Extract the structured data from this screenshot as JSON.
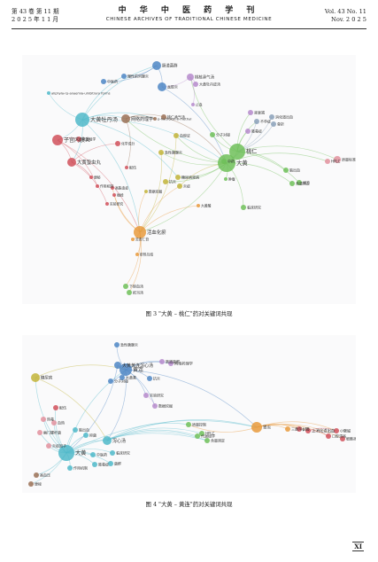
{
  "header": {
    "volume_issue": "第 43 卷  第 11 期",
    "date": "2 0 2 5 年 1 1 月",
    "journal_cn": "中 华 中 医 药 学 刊",
    "journal_en": "CHINESE ARCHIVES OF TRADITIONAL CHINESE MEDICINE",
    "vol_en": "Vol. 43 No. 11",
    "date_en": "Nov. 2 0 2 5"
  },
  "figures": [
    {
      "caption": "图 3  \"大黄 – 桃仁\"药对关键词共现",
      "labels": [
        "大黄牡丹汤",
        "桃仁",
        "大黄",
        "子宫内膜炎",
        "大黄蛰虫丸",
        "网络药理学",
        "活血化瘀",
        "桃核承气汤",
        "大黄牡丹皮汤",
        "p-hydroxyl-8-methyl",
        "aliphyla-rp-anaemia-umbitrary forms",
        "急性胰腺炎",
        "炎症",
        "中药",
        "配伍",
        "分子对接",
        "临床研究",
        "作用机制",
        "实验研究",
        "血瘀证",
        "代谢组学",
        "肠道菌群",
        "中医药",
        "慢性前列腺炎",
        "盆腔炎",
        "止血",
        "桃仁承气汤",
        "化学成分",
        "数据挖掘",
        "不孕症",
        "骨折",
        "消化道出血",
        "脓毒症",
        "肾衰竭",
        "脑出血",
        "经方",
        "含量测定",
        "质量标准",
        "HPLC",
        "抗炎",
        "糖尿病肾病",
        "大黄酸",
        "苦杏仁苷",
        "瘀热互结",
        "下瘀血汤",
        "抵当汤",
        "便秘",
        "高脂血症",
        "痛经",
        "肿瘤"
      ]
    },
    {
      "caption": "图 4  \"大黄 – 黄连\"药对关键词共现",
      "labels": [
        "大黄",
        "黄连",
        "泻心汤",
        "大黄黄连泻心汤",
        "网络药理学",
        "急性胰腺炎",
        "糖尿病",
        "幽门螺杆菌",
        "胃炎",
        "上消化道出血",
        "口腔溃疡",
        "三黄泻心汤",
        "小檗碱",
        "大黄素",
        "分子对接",
        "抗炎",
        "抑菌",
        "作用机制",
        "炎症因子",
        "配伍",
        "中医药",
        "临床研究",
        "实验研究",
        "数据挖掘",
        "质量控制",
        "HPLC",
        "含量测定",
        "代谢组学",
        "肠道菌群",
        "热毒",
        "血热",
        "便秘",
        "高血压",
        "脑出血",
        "脓毒症",
        "菌群",
        "p53",
        "细胞凋亡"
      ]
    }
  ],
  "page_number": "XI"
}
